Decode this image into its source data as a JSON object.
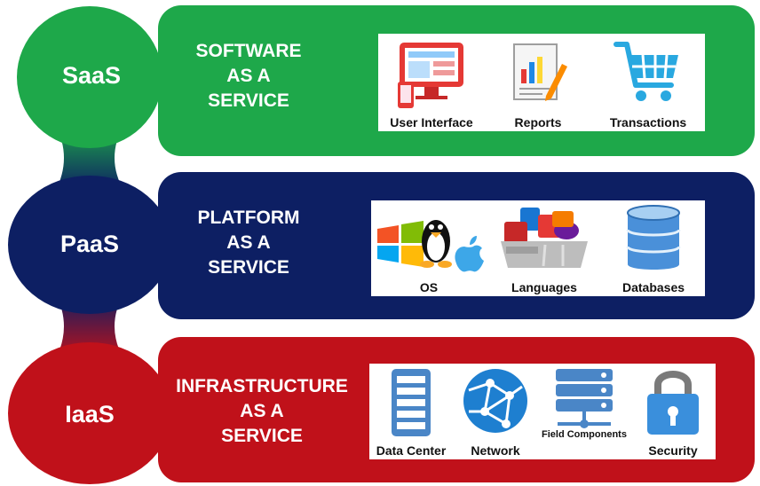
{
  "colors": {
    "saas": "#1ea84a",
    "paas": "#0d1f63",
    "iaas": "#c0111a"
  },
  "saas": {
    "abbr": "SaaS",
    "title": [
      "SOFTWARE",
      "AS A",
      "SERVICE"
    ],
    "items": [
      {
        "label": "User Interface",
        "icon": "monitor-icon"
      },
      {
        "label": "Reports",
        "icon": "reports-icon"
      },
      {
        "label": "Transactions",
        "icon": "shopping-cart-icon"
      }
    ]
  },
  "paas": {
    "abbr": "PaaS",
    "title": [
      "PLATFORM",
      "AS A",
      "SERVICE"
    ],
    "items": [
      {
        "label": "OS",
        "icon": "os-logos-icon"
      },
      {
        "label": "Languages",
        "icon": "languages-icon"
      },
      {
        "label": "Databases",
        "icon": "database-icon"
      }
    ]
  },
  "iaas": {
    "abbr": "IaaS",
    "title": [
      "INFRASTRUCTURE",
      "AS A",
      "SERVICE"
    ],
    "items": [
      {
        "label": "Data Center",
        "icon": "server-rack-icon"
      },
      {
        "label": "Network",
        "icon": "globe-network-icon"
      },
      {
        "label": "Field Components",
        "icon": "server-stack-icon"
      },
      {
        "label": "Security",
        "icon": "padlock-icon"
      }
    ]
  }
}
